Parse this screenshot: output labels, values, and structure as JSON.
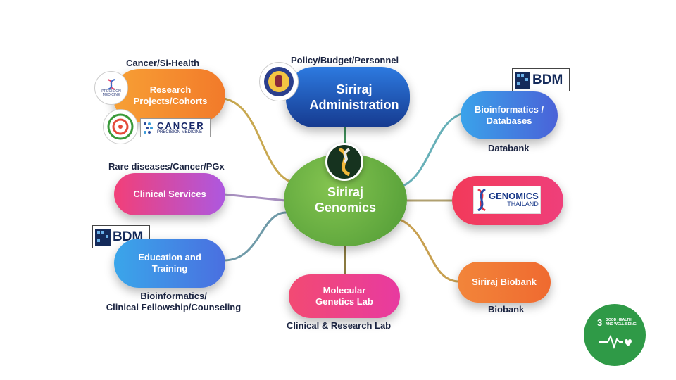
{
  "center": {
    "title": "Siriraj\nGenomics"
  },
  "nodes": {
    "administration": "Siriraj\nAdministration",
    "research": "Research\nProjects/Cohorts",
    "clinical": "Clinical Services",
    "education": "Education and\nTraining",
    "molecular": "Molecular\nGenetics Lab",
    "bioinformatics": "Bioinformatics /\nDatabases",
    "biobank": "Siriraj Biobank"
  },
  "captions": {
    "administration": "Policy/Budget/Personnel",
    "research": "Cancer/Si-Health",
    "clinical": "Rare diseases/Cancer/PGx",
    "education": "Bioinformatics/\nClinical Fellowship/Counseling",
    "molecular": "Clinical & Research Lab",
    "bioinformatics": "Databank",
    "biobank": "Biobank"
  },
  "logos": {
    "bdm": "BDM",
    "genomics_thailand_main": "GENOMICS",
    "genomics_thailand_sub": "THAILAND",
    "cancer_precision_main": "CANCER",
    "cancer_precision_sub": "PRECISION MEDICINE",
    "precision_medicine": "PRECISION\nMEDICINE",
    "sdg_number": "3",
    "sdg_text": "GOOD HEALTH\nAND WELL-BEING"
  },
  "colors": {
    "center": "#6fae45",
    "administration": "#1e4aa8",
    "research": "#f59a2c",
    "clinical": "#ee3f7e",
    "education": "#3d8fe0",
    "molecular": "#ee3f7e",
    "bioinformatics": "#3f78db",
    "genomics_node": "#ee3f5f",
    "biobank": "#f07a32",
    "caption": "#1a2340",
    "sdg": "#2f9a47"
  }
}
